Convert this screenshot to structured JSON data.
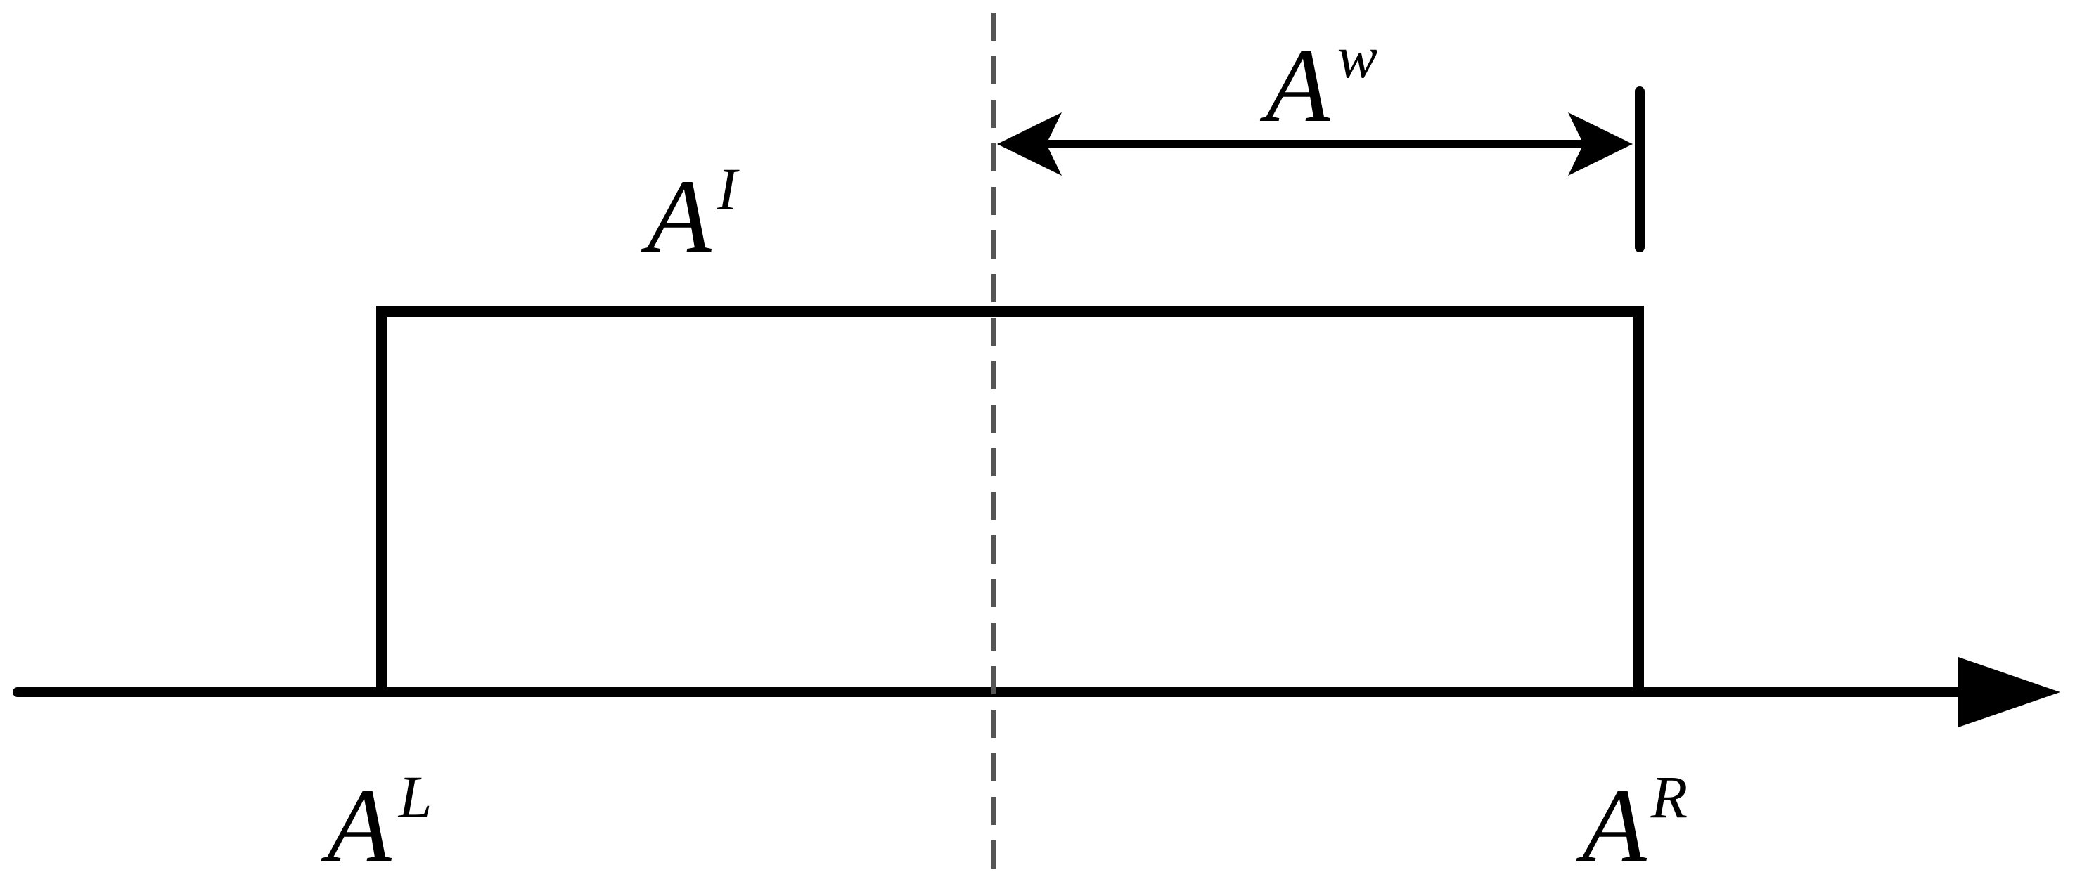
{
  "labels": {
    "interval": {
      "base": "A",
      "sup": "I"
    },
    "width": {
      "base": "A",
      "sup": "w"
    },
    "left": {
      "base": "A",
      "sup": "L"
    },
    "right": {
      "base": "A",
      "sup": "R"
    }
  },
  "colors": {
    "line": "#000000",
    "dashed": "#555555",
    "background": "#ffffff"
  }
}
